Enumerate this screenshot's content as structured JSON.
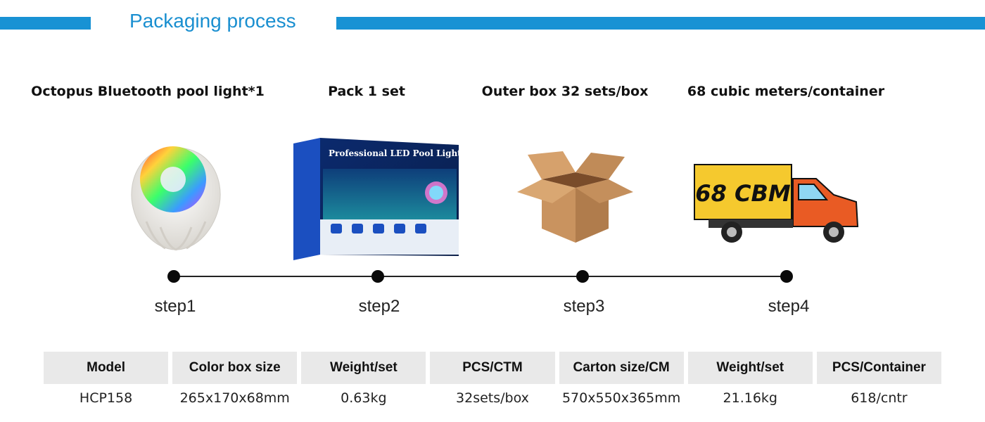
{
  "header": {
    "title": "Packaging process",
    "accent_color": "#1892d4"
  },
  "steps": [
    {
      "heading": "Octopus Bluetooth pool light*1",
      "label": "step1"
    },
    {
      "heading": "Pack 1 set",
      "label": "step2"
    },
    {
      "heading": "Outer box 32 sets/box",
      "label": "step3"
    },
    {
      "heading": "68 cubic meters/container",
      "label": "step4"
    }
  ],
  "illustrations": {
    "box_title": "Professional LED Pool Light",
    "truck_text": "68 CBM"
  },
  "table": {
    "headers": [
      "Model",
      "Color box size",
      "Weight/set",
      "PCS/CTM",
      "Carton size/CM",
      "Weight/set",
      "PCS/Container"
    ],
    "values": [
      "HCP158",
      "265x170x68mm",
      "0.63kg",
      "32sets/box",
      "570x550x365mm",
      "21.16kg",
      "618/cntr"
    ]
  }
}
